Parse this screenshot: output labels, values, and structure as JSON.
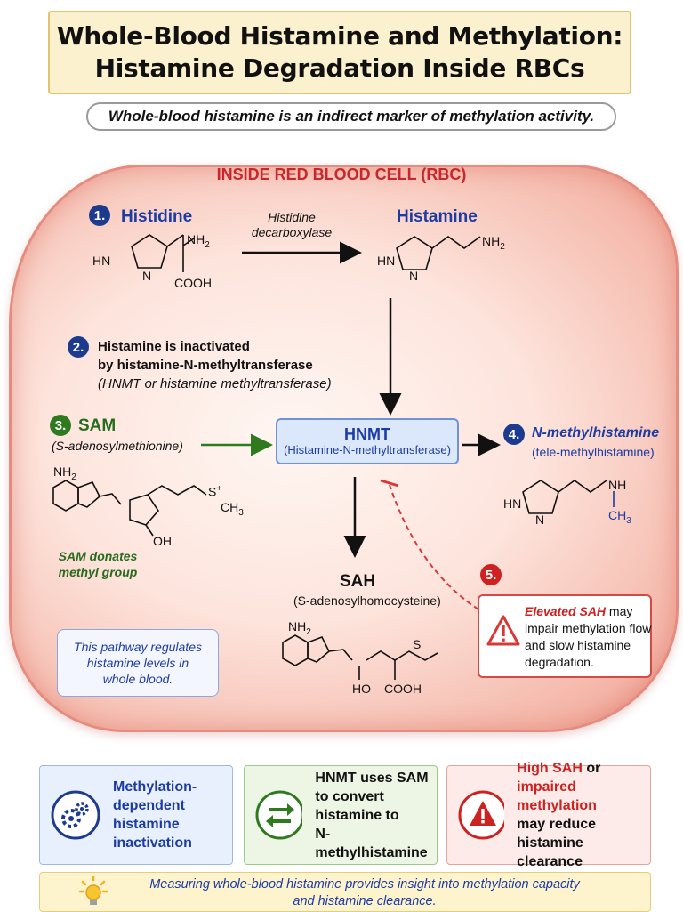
{
  "title": {
    "line1": "Whole-Blood Histamine and Methylation:",
    "line2": "Histamine Degradation Inside RBCs"
  },
  "subtitle": "Whole-blood histamine is an indirect marker of methylation activity.",
  "cell_label": "INSIDE RED BLOOD CELL (RBC)",
  "step1": {
    "number": "1.",
    "title": "Histidine",
    "enzyme_line1": "Histidine",
    "enzyme_line2": "decarboxylase",
    "structure": {
      "nh2": "NH",
      "nh2_sub": "2",
      "hn": "HN",
      "n": "N",
      "cooh": "COOH"
    }
  },
  "histamine": {
    "title": "Histamine",
    "structure": {
      "hn": "HN",
      "n": "N",
      "nh2": "NH",
      "nh2_sub": "2"
    }
  },
  "step2": {
    "number": "2.",
    "line1": "Histamine is inactivated",
    "line2": "by histamine-N-methyltransferase",
    "line3": "(HNMT or histamine methyltransferase)"
  },
  "step3": {
    "number": "3.",
    "title": "SAM",
    "subtitle": "(S-adenosylmethionine)",
    "note_line1": "SAM donates",
    "note_line2": "methyl group",
    "structure": {
      "nh2": "NH",
      "nh2_sub": "2",
      "s": "S",
      "s_charge": "+",
      "ch3": "CH",
      "ch3_sub": "3",
      "oh": "OH"
    }
  },
  "hnmt": {
    "title": "HNMT",
    "subtitle": "(Histamine-N-methyltransferase)"
  },
  "step4": {
    "number": "4.",
    "title": "N-methylhistamine",
    "subtitle": "(tele-methylhistamine)",
    "structure": {
      "hn": "HN",
      "n": "N",
      "nh": "NH",
      "ch3": "CH",
      "ch3_sub": "3"
    }
  },
  "sah": {
    "title": "SAH",
    "subtitle": "(S-adenosylhomocysteine)",
    "structure": {
      "nh2": "NH",
      "nh2_sub": "2",
      "s": "S",
      "ho": "HO",
      "cooh": "COOH"
    }
  },
  "step5": {
    "number": "5.",
    "highlight": "Elevated SAH",
    "line1_rest": " may",
    "line2": "impair methylation flow",
    "line3": "and slow histamine",
    "line4": "degradation."
  },
  "pathway_note": {
    "line1": "This pathway regulates",
    "line2": "histamine levels in",
    "line3": "whole blood."
  },
  "cards": [
    {
      "lines": [
        "Methylation-",
        "dependent",
        "histamine",
        "inactivation"
      ]
    },
    {
      "lines": [
        "HNMT uses SAM",
        "to convert",
        "histamine to",
        "N-methylhistamine"
      ]
    },
    {
      "red1": "High SAH",
      "black1": " or",
      "red2": "impaired methylation",
      "black2": "may reduce",
      "black3": "histamine clearance"
    }
  ],
  "tip": {
    "line1": "Measuring whole-blood histamine provides insight into methylation capacity",
    "line2": "and histamine clearance."
  },
  "colors": {
    "accent_blue": "#1c3ba3",
    "accent_green": "#276b1d",
    "accent_red": "#c8282c"
  }
}
